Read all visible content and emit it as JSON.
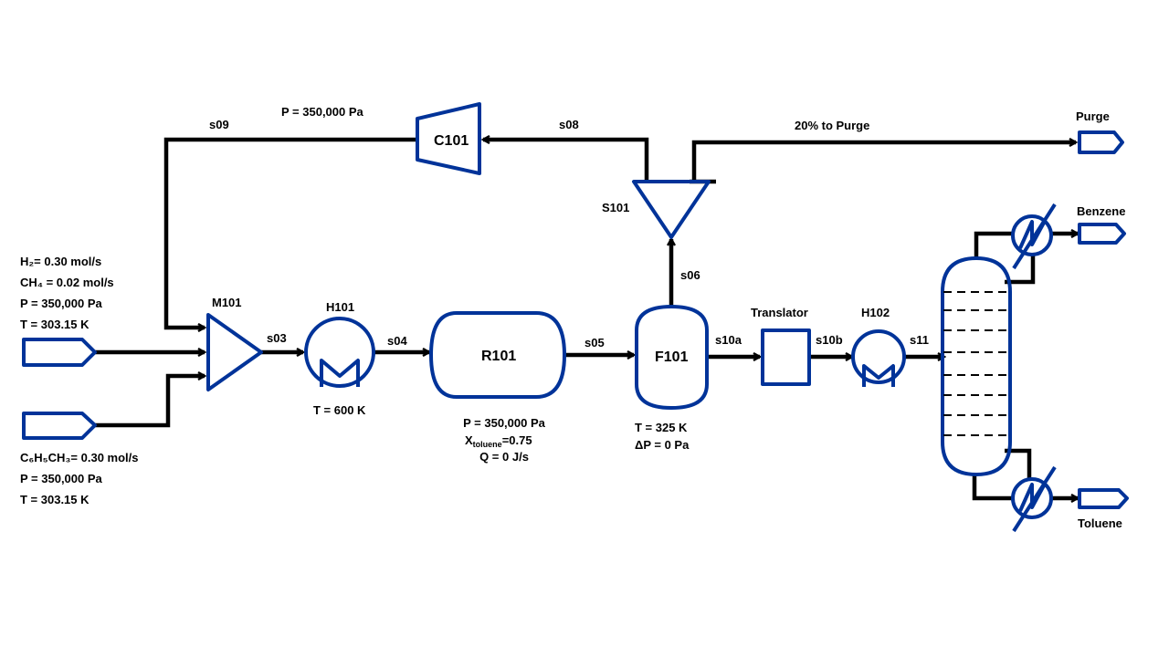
{
  "feeds": {
    "gas_feed": {
      "lines": [
        "H₂= 0.30 mol/s",
        "CH₄ = 0.02 mol/s",
        "P = 350,000 Pa",
        "T = 303.15 K"
      ]
    },
    "toluene_feed": {
      "lines": [
        "C₆H₅CH₃= 0.30 mol/s",
        "P = 350,000 Pa",
        "T = 303.15 K"
      ]
    }
  },
  "units": {
    "mixer": "M101",
    "heater1": "H101",
    "heater1_spec": "T = 600 K",
    "reactor": "R101",
    "reactor_specs": [
      "P = 350,000 Pa",
      "Q = 0 J/s"
    ],
    "reactor_conversion_base": "X",
    "reactor_conversion_sub": "toluene",
    "reactor_conversion_val": "=0.75",
    "flash": "F101",
    "flash_specs": [
      "T = 325 K",
      "ΔP = 0 Pa"
    ],
    "splitter": "S101",
    "compressor": "C101",
    "compressor_spec": "P = 350,000 Pa",
    "translator": "Translator",
    "heater2": "H102"
  },
  "streams": {
    "s03": "s03",
    "s04": "s04",
    "s05": "s05",
    "s06": "s06",
    "s08": "s08",
    "s09": "s09",
    "s10a": "s10a",
    "s10b": "s10b",
    "s11": "s11",
    "purge_split": "20% to Purge"
  },
  "products": {
    "purge": "Purge",
    "benzene": "Benzene",
    "toluene": "Toluene"
  },
  "colors": {
    "equipment": "#003399",
    "streams": "#000000"
  }
}
